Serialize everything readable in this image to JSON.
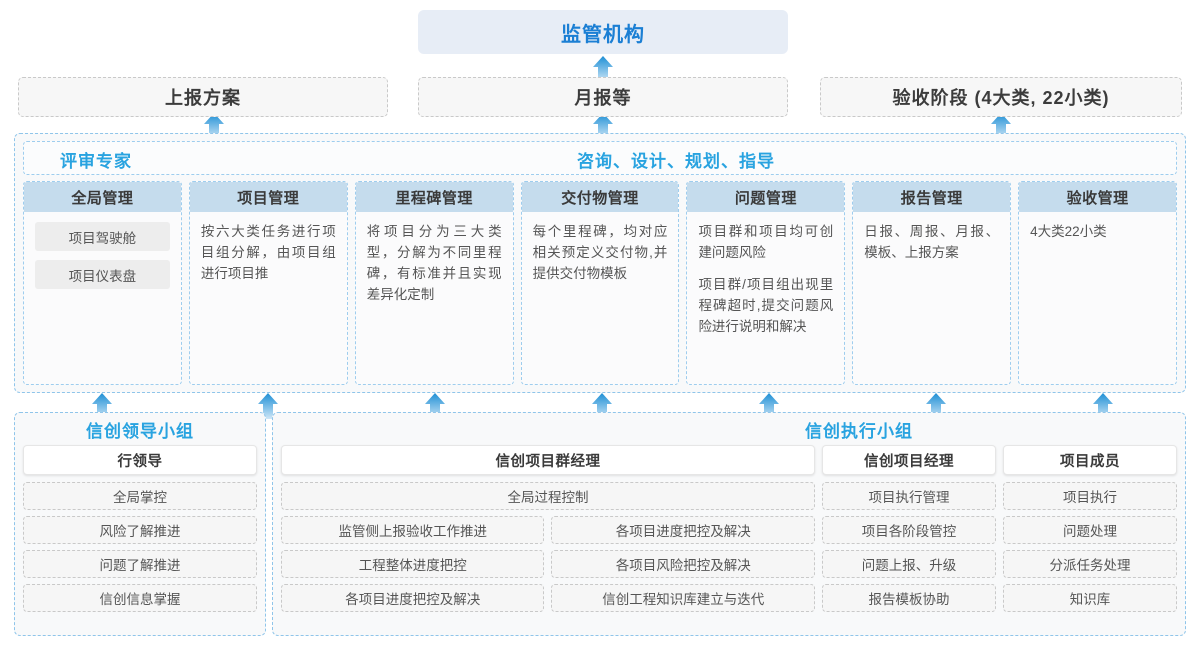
{
  "top": {
    "regulator": "监管机构",
    "reports": [
      {
        "label": "上报方案"
      },
      {
        "label": "月报等"
      },
      {
        "label": "验收阶段 (4大类, 22小类)"
      }
    ]
  },
  "middle": {
    "header_left": "评审专家",
    "header_right": "咨询、设计、规划、指导",
    "cards": [
      {
        "title": "全局管理",
        "pills": [
          "项目驾驶舱",
          "项目仪表盘"
        ],
        "paragraphs": []
      },
      {
        "title": "项目管理",
        "pills": [],
        "paragraphs": [
          "按六大类任务进行项目组分解，由项目组进行项目推"
        ]
      },
      {
        "title": "里程碑管理",
        "pills": [],
        "paragraphs": [
          "将项目分为三大类型，分解为不同里程碑，有标准并且实现差异化定制"
        ]
      },
      {
        "title": "交付物管理",
        "pills": [],
        "paragraphs": [
          "每个里程碑，均对应相关预定义交付物,并提供交付物模板"
        ]
      },
      {
        "title": "问题管理",
        "pills": [],
        "paragraphs": [
          "项目群和项目均可创建问题风险",
          "项目群/项目组出现里程碑超时,提交问题风险进行说明和解决"
        ]
      },
      {
        "title": "报告管理",
        "pills": [],
        "paragraphs": [
          "日报、周报、月报、模板、上报方案"
        ]
      },
      {
        "title": "验收管理",
        "pills": [],
        "paragraphs": [
          "4大类22小类"
        ]
      }
    ]
  },
  "bottom": {
    "left_group": {
      "title": "信创领导小组",
      "role": "行领导",
      "tasks": [
        "全局掌控",
        "风险了解推进",
        "问题了解推进",
        "信创信息掌握"
      ]
    },
    "right_group": {
      "title": "信创执行小组",
      "program_manager": {
        "role": "信创项目群经理",
        "full_width_task": "全局过程控制",
        "left_tasks": [
          "监管侧上报验收工作推进",
          "工程整体进度把控",
          "各项目进度把控及解决"
        ],
        "right_tasks": [
          "各项目进度把控及解决",
          "各项目风险把控及解决",
          "信创工程知识库建立与迭代"
        ]
      },
      "project_manager": {
        "role": "信创项目经理",
        "tasks": [
          "项目执行管理",
          "项目各阶段管控",
          "问题上报、升级",
          "报告模板协助"
        ]
      },
      "member": {
        "role": "项目成员",
        "tasks": [
          "项目执行",
          "问题处理",
          "分派任务处理",
          "知识库"
        ]
      }
    }
  },
  "colors": {
    "accent_blue": "#29a3e0",
    "title_blue": "#1b7fd4",
    "card_head": "#c5dced",
    "arrow_top": "#1e8fd5",
    "arrow_bottom": "#cfe7f7",
    "regulator_bg": "#e7edf6"
  },
  "arrows": {
    "count_top": 3,
    "count_bottom": 7,
    "icon": "arrow-up-icon"
  }
}
